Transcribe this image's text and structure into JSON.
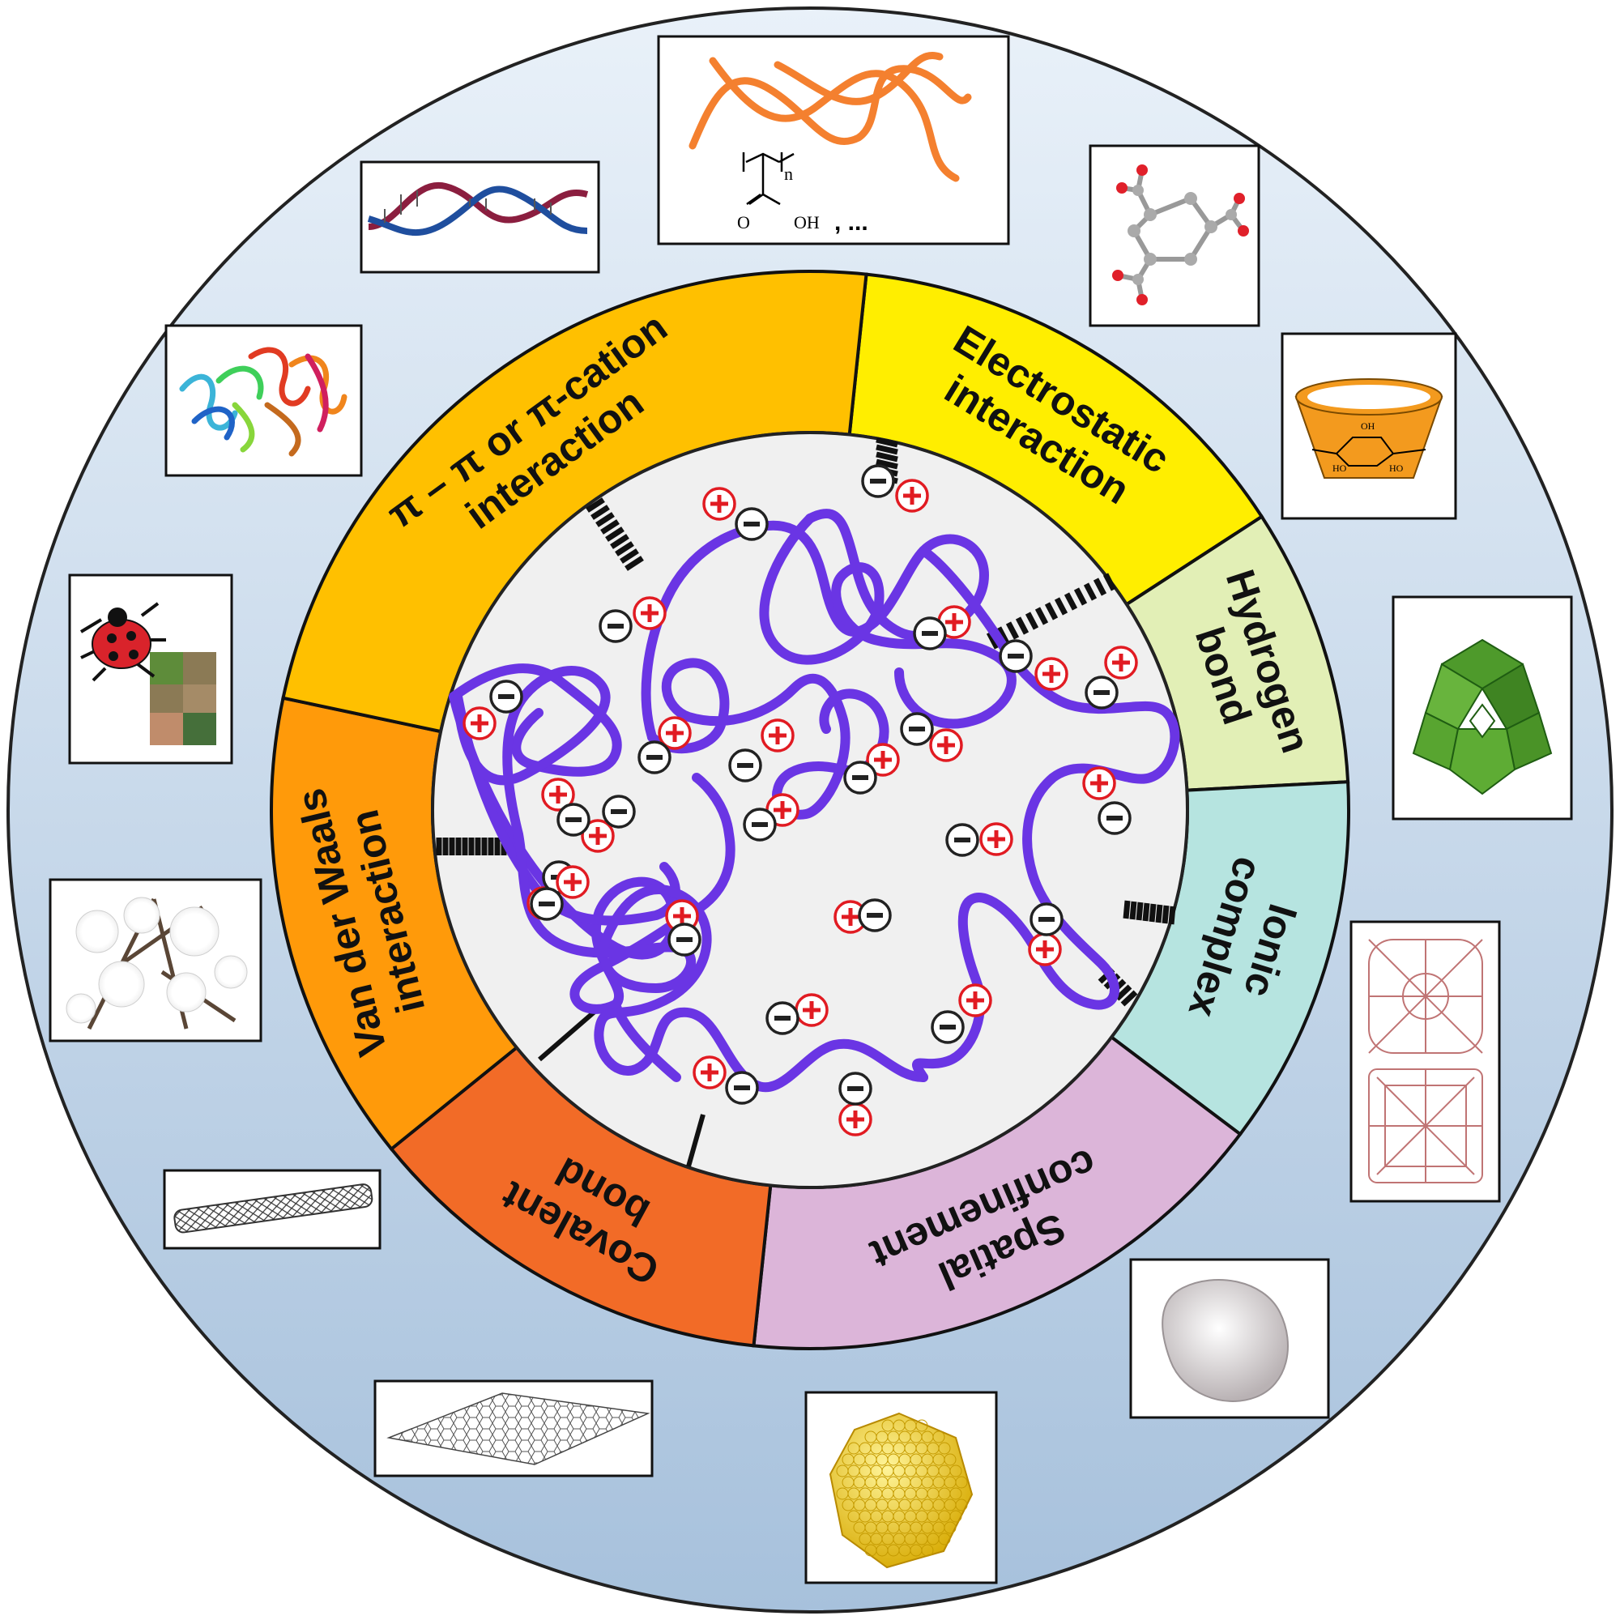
{
  "colors": {
    "ring_outer_top": "#e9f1f9",
    "ring_outer_bottom": "#a7c1dc",
    "core_fill": "#f0f0f0",
    "polymer_chain": "#6a35e4",
    "cation": "#e11b22",
    "anion": "#222222",
    "segment_pi": "#ffc000",
    "segment_electrostatic": "#ffee00",
    "segment_hydrogen": "#e2efb6",
    "segment_ionic": "#b6e4e0",
    "segment_spatial": "#dcb5d9",
    "segment_covalent": "#f26b27",
    "segment_vdw": "#ff9a0a"
  },
  "segments": [
    {
      "id": "electrostatic",
      "lines": [
        "Electrostatic",
        "interaction"
      ]
    },
    {
      "id": "hydrogen",
      "lines": [
        "Hydrogen",
        "bond"
      ]
    },
    {
      "id": "ionic",
      "lines": [
        "Ionic",
        "complex"
      ]
    },
    {
      "id": "spatial",
      "lines": [
        "Spatial",
        "confinement"
      ]
    },
    {
      "id": "covalent",
      "lines": [
        "Covalent",
        "bond"
      ]
    },
    {
      "id": "vdw",
      "lines": [
        "Van der Waals",
        "interaction"
      ]
    },
    {
      "id": "pi",
      "lines": [
        "π – π or π-cation",
        "interaction"
      ]
    }
  ],
  "thumbnails": {
    "polymer": {
      "icon": "polyacrylic-acid-chains",
      "subscript": "n",
      "oxygen": "O",
      "hydroxyl": "OH",
      "ellipsis": ", ..."
    },
    "trimesic": {
      "icon": "trimesic-acid-molecule"
    },
    "cyclodextrin": {
      "icon": "cyclodextrin-cup",
      "oh_top": "OH",
      "ho_left": "HO",
      "ho_right": "HO"
    },
    "polyoxometalate": {
      "icon": "green-polyhedra-cluster"
    },
    "mof": {
      "icon": "metal-organic-framework"
    },
    "crystal": {
      "icon": "white-crystal-grain"
    },
    "nanoparticle": {
      "icon": "gold-nanoparticle"
    },
    "graphene": {
      "icon": "graphene-sheet"
    },
    "nanotube": {
      "icon": "carbon-nanotube"
    },
    "cotton": {
      "icon": "cotton-plant"
    },
    "ladybug": {
      "icon": "ladybug-camouflage"
    },
    "protein": {
      "icon": "protein-ribbon"
    },
    "dna": {
      "icon": "dna-double-helix"
    }
  }
}
